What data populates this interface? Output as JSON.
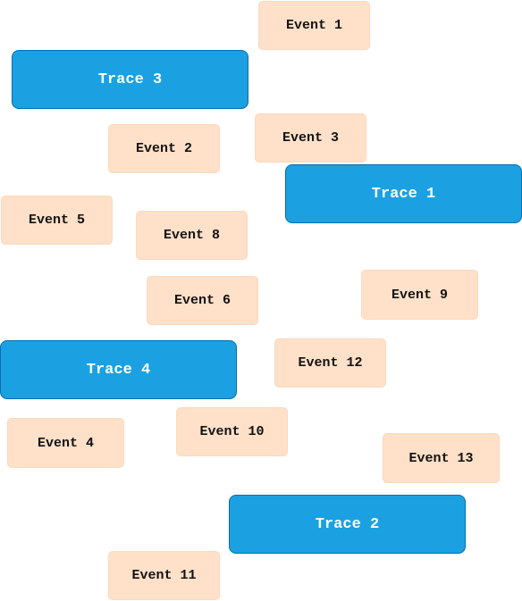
{
  "nodes": {
    "event_1": {
      "label": "Event 1",
      "kind": "event"
    },
    "trace_3": {
      "label": "Trace 3",
      "kind": "trace"
    },
    "event_2": {
      "label": "Event 2",
      "kind": "event"
    },
    "event_3": {
      "label": "Event 3",
      "kind": "event"
    },
    "trace_1": {
      "label": "Trace 1",
      "kind": "trace"
    },
    "event_5": {
      "label": "Event 5",
      "kind": "event"
    },
    "event_8": {
      "label": "Event 8",
      "kind": "event"
    },
    "event_6": {
      "label": "Event 6",
      "kind": "event"
    },
    "event_9": {
      "label": "Event 9",
      "kind": "event"
    },
    "trace_4": {
      "label": "Trace 4",
      "kind": "trace"
    },
    "event_12": {
      "label": "Event 12",
      "kind": "event"
    },
    "event_4": {
      "label": "Event 4",
      "kind": "event"
    },
    "event_10": {
      "label": "Event 10",
      "kind": "event"
    },
    "event_13": {
      "label": "Event 13",
      "kind": "event"
    },
    "trace_2": {
      "label": "Trace 2",
      "kind": "trace"
    },
    "event_11": {
      "label": "Event 11",
      "kind": "event"
    }
  },
  "colors": {
    "event_fill": "#ffe0c8",
    "trace_fill": "#1ba1e2",
    "trace_border": "#006eaf",
    "trace_text": "#ffffff",
    "event_text": "#111111"
  }
}
